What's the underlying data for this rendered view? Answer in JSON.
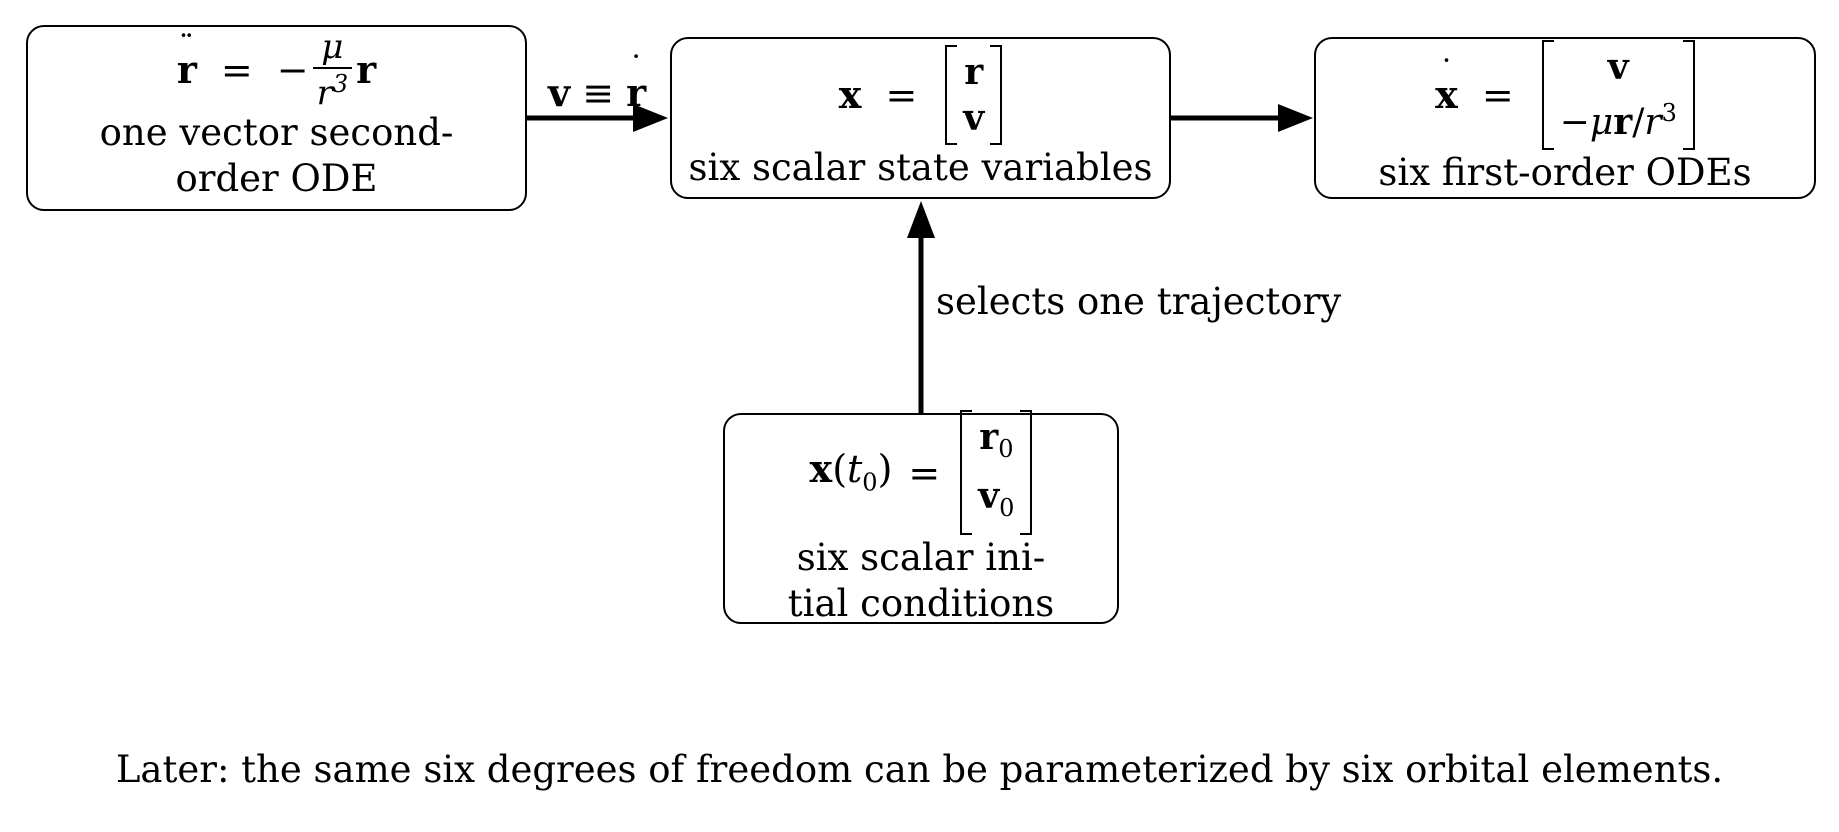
{
  "boxes": {
    "second_order": {
      "eq_lhs": "r",
      "eq_rel": "=",
      "eq_minus": "−",
      "frac_num": "μ",
      "frac_den": "r",
      "frac_den_exp": "3",
      "eq_tail": "r",
      "desc_line1": "one vector second-",
      "desc_line2": "order ODE"
    },
    "state": {
      "eq_lhs": "x",
      "eq_rel": "=",
      "matrix": [
        "r",
        "v"
      ],
      "desc": "six scalar state variables"
    },
    "first_order": {
      "eq_lhs": "x",
      "eq_rel": "=",
      "row1": "v",
      "row2_minus": "−",
      "row2_mu": "μ",
      "row2_r": "r",
      "row2_slash": "/",
      "row2_r2": "r",
      "row2_exp": "3",
      "desc": "six first-order ODEs"
    },
    "initial": {
      "eq_lhs_x": "x",
      "eq_lhs_paren_open": "(",
      "eq_lhs_t": "t",
      "eq_lhs_sub": "0",
      "eq_lhs_paren_close": ")",
      "eq_rel": "=",
      "row1": "r",
      "row1_sub": "0",
      "row2": "v",
      "row2_sub": "0",
      "desc_line1": "six scalar ini-",
      "desc_line2": "tial conditions"
    }
  },
  "edges": {
    "left_label_v": "v",
    "left_label_equiv": "≡",
    "left_label_r": "r",
    "vertical_label": "selects one trajectory"
  },
  "caption": "Later: the same six degrees of freedom can be parameterized by six orbital elements."
}
